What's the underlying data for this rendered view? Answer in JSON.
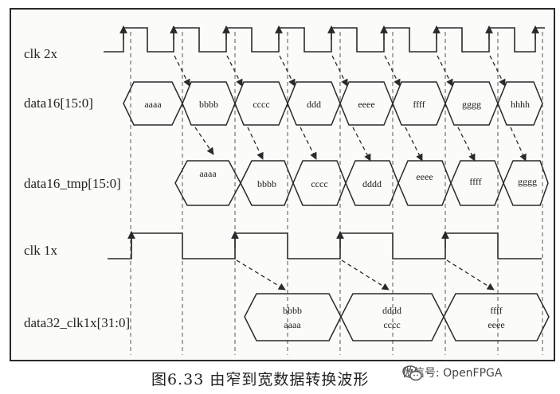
{
  "figure": {
    "caption": "图6.33    由窄到宽数据转换波形",
    "watermark": "微信号: OpenFPGA"
  },
  "signals": [
    {
      "name": "clk 2x",
      "kind": "clock"
    },
    {
      "name": "data16[15:0]",
      "kind": "bus",
      "values": [
        "aaaa",
        "bbbb",
        "cccc",
        "ddd",
        "eeee",
        "ffff",
        "gggg",
        "hhhh"
      ]
    },
    {
      "name": "data16_tmp[15:0]",
      "kind": "bus",
      "values": [
        "aaaa",
        "bbbb",
        "cccc",
        "dddd",
        "eeee",
        "ffff",
        "gggg"
      ]
    },
    {
      "name": "clk 1x",
      "kind": "clock"
    },
    {
      "name": "data32_clk1x[31:0]",
      "kind": "bus",
      "values": [
        [
          "bbbb",
          "aaaa"
        ],
        [
          "dddd",
          "cccc"
        ],
        [
          "ffff",
          "eeee"
        ]
      ]
    }
  ],
  "colors": {
    "line": "#2a2a2a",
    "dashed": "#555555",
    "background": "#fbfbf9"
  },
  "icons": {
    "watermark": "wechat-icon"
  }
}
